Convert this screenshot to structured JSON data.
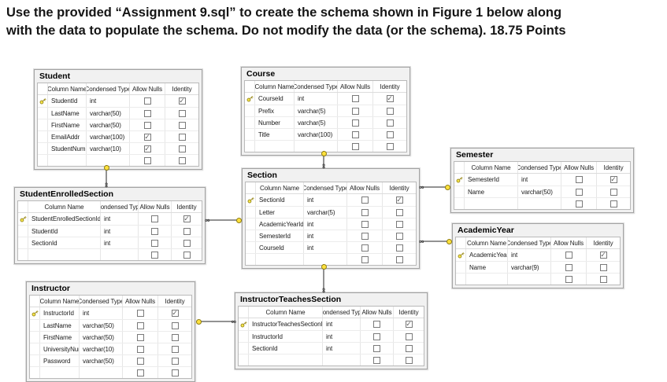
{
  "header": {
    "line1": "Use the provided “Assignment 9.sql” to create the schema shown in Figure 1 below along",
    "line2": "with the data to populate the schema. Do not modify the data (or the schema). 18.75 Points"
  },
  "grid_headers": [
    "Column Name",
    "Condensed Type",
    "Allow Nulls",
    "Identity"
  ],
  "icons": {
    "infinity": "∞",
    "primary_key": "gold-key"
  },
  "colors": {
    "key_icon": "#ffe23d",
    "table_title_bg": "#f1f1f1",
    "table_border": "#a3a3a3",
    "connector_line": "#929292",
    "checkbox_check": "#5f5f5f"
  },
  "tables": [
    {
      "name": "Student",
      "rows": [
        {
          "pk": true,
          "column": "StudentId",
          "type": "int",
          "allow_nulls": false,
          "identity": true
        },
        {
          "pk": false,
          "column": "LastName",
          "type": "varchar(50)",
          "allow_nulls": false,
          "identity": false
        },
        {
          "pk": false,
          "column": "FirstName",
          "type": "varchar(50)",
          "allow_nulls": false,
          "identity": false
        },
        {
          "pk": false,
          "column": "EmailAddr",
          "type": "varchar(100)",
          "allow_nulls": true,
          "identity": false
        },
        {
          "pk": false,
          "column": "StudentNumber",
          "type": "varchar(10)",
          "allow_nulls": true,
          "identity": false
        },
        {
          "pk": false,
          "column": "",
          "type": "",
          "allow_nulls": false,
          "identity": false
        }
      ]
    },
    {
      "name": "Course",
      "rows": [
        {
          "pk": true,
          "column": "CourseId",
          "type": "int",
          "allow_nulls": false,
          "identity": true
        },
        {
          "pk": false,
          "column": "Prefix",
          "type": "varchar(5)",
          "allow_nulls": false,
          "identity": false
        },
        {
          "pk": false,
          "column": "Number",
          "type": "varchar(5)",
          "allow_nulls": false,
          "identity": false
        },
        {
          "pk": false,
          "column": "Title",
          "type": "varchar(100)",
          "allow_nulls": false,
          "identity": false
        },
        {
          "pk": false,
          "column": "",
          "type": "",
          "allow_nulls": false,
          "identity": false
        }
      ]
    },
    {
      "name": "Semester",
      "rows": [
        {
          "pk": true,
          "column": "SemesterId",
          "type": "int",
          "allow_nulls": false,
          "identity": true
        },
        {
          "pk": false,
          "column": "Name",
          "type": "varchar(50)",
          "allow_nulls": false,
          "identity": false
        },
        {
          "pk": false,
          "column": "",
          "type": "",
          "allow_nulls": false,
          "identity": false
        }
      ]
    },
    {
      "name": "Section",
      "rows": [
        {
          "pk": true,
          "column": "SectionId",
          "type": "int",
          "allow_nulls": false,
          "identity": true
        },
        {
          "pk": false,
          "column": "Letter",
          "type": "varchar(5)",
          "allow_nulls": false,
          "identity": false
        },
        {
          "pk": false,
          "column": "AcademicYearId",
          "type": "int",
          "allow_nulls": false,
          "identity": false
        },
        {
          "pk": false,
          "column": "SemesterId",
          "type": "int",
          "allow_nulls": false,
          "identity": false
        },
        {
          "pk": false,
          "column": "CourseId",
          "type": "int",
          "allow_nulls": false,
          "identity": false
        },
        {
          "pk": false,
          "column": "",
          "type": "",
          "allow_nulls": false,
          "identity": false
        }
      ]
    },
    {
      "name": "StudentEnrolledSection",
      "rows": [
        {
          "pk": true,
          "column": "StudentEnrolledSectionId",
          "type": "int",
          "allow_nulls": false,
          "identity": true
        },
        {
          "pk": false,
          "column": "StudentId",
          "type": "int",
          "allow_nulls": false,
          "identity": false
        },
        {
          "pk": false,
          "column": "SectionId",
          "type": "int",
          "allow_nulls": false,
          "identity": false
        },
        {
          "pk": false,
          "column": "",
          "type": "",
          "allow_nulls": false,
          "identity": false
        }
      ]
    },
    {
      "name": "AcademicYear",
      "rows": [
        {
          "pk": true,
          "column": "AcademicYearId",
          "type": "int",
          "allow_nulls": false,
          "identity": true
        },
        {
          "pk": false,
          "column": "Name",
          "type": "varchar(9)",
          "allow_nulls": false,
          "identity": false
        },
        {
          "pk": false,
          "column": "",
          "type": "",
          "allow_nulls": false,
          "identity": false
        }
      ]
    },
    {
      "name": "Instructor",
      "rows": [
        {
          "pk": true,
          "column": "InstructorId",
          "type": "int",
          "allow_nulls": false,
          "identity": true
        },
        {
          "pk": false,
          "column": "LastName",
          "type": "varchar(50)",
          "allow_nulls": false,
          "identity": false
        },
        {
          "pk": false,
          "column": "FirstName",
          "type": "varchar(50)",
          "allow_nulls": false,
          "identity": false
        },
        {
          "pk": false,
          "column": "UniversityNum",
          "type": "varchar(10)",
          "allow_nulls": false,
          "identity": false
        },
        {
          "pk": false,
          "column": "Password",
          "type": "varchar(50)",
          "allow_nulls": false,
          "identity": false
        },
        {
          "pk": false,
          "column": "",
          "type": "",
          "allow_nulls": false,
          "identity": false
        }
      ]
    },
    {
      "name": "InstructorTeachesSection",
      "rows": [
        {
          "pk": true,
          "column": "InstructorTeachesSectionId",
          "type": "int",
          "allow_nulls": false,
          "identity": true
        },
        {
          "pk": false,
          "column": "InstructorId",
          "type": "int",
          "allow_nulls": false,
          "identity": false
        },
        {
          "pk": false,
          "column": "SectionId",
          "type": "int",
          "allow_nulls": false,
          "identity": false
        },
        {
          "pk": false,
          "column": "",
          "type": "",
          "allow_nulls": false,
          "identity": false
        }
      ]
    }
  ],
  "relationships": [
    {
      "one_side": "Student",
      "many_side": "StudentEnrolledSection"
    },
    {
      "one_side": "Course",
      "many_side": "Section"
    },
    {
      "one_side": "Section",
      "many_side": "StudentEnrolledSection"
    },
    {
      "one_side": "Semester",
      "many_side": "Section"
    },
    {
      "one_side": "AcademicYear",
      "many_side": "Section"
    },
    {
      "one_side": "Section",
      "many_side": "InstructorTeachesSection"
    },
    {
      "one_side": "Instructor",
      "many_side": "InstructorTeachesSection"
    }
  ]
}
